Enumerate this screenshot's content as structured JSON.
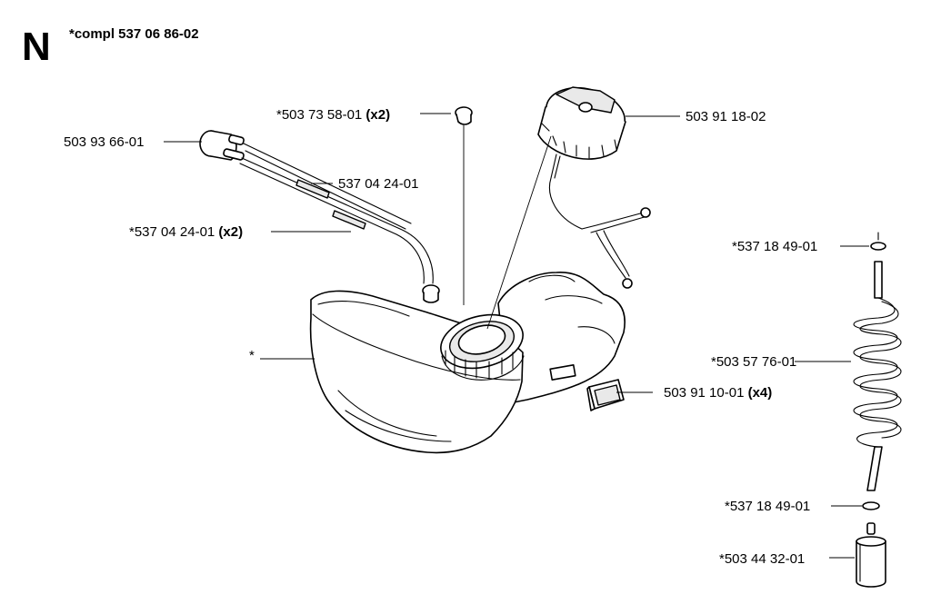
{
  "section": {
    "letter": "N",
    "assembly_label": "*compl 537 06 86-02"
  },
  "parts": [
    {
      "id": "grommet",
      "part_no": "*503 73 58-01",
      "qty": "(x2)"
    },
    {
      "id": "primer-bulb",
      "part_no": "503 93 66-01",
      "qty": ""
    },
    {
      "id": "fuel-hose",
      "part_no": "537 04 24-01",
      "qty": ""
    },
    {
      "id": "fuel-hose-pair",
      "part_no": "*537 04 24-01",
      "qty": "(x2)"
    },
    {
      "id": "fuel-tank",
      "part_no": "*",
      "qty": ""
    },
    {
      "id": "tank-cap",
      "part_no": "503 91 18-02",
      "qty": ""
    },
    {
      "id": "damper",
      "part_no": "503 91 10-01",
      "qty": "(x4)"
    },
    {
      "id": "o-ring-top",
      "part_no": "*537 18 49-01",
      "qty": ""
    },
    {
      "id": "coil-hose",
      "part_no": "*503 57 76-01",
      "qty": ""
    },
    {
      "id": "o-ring-bottom",
      "part_no": "*537 18 49-01",
      "qty": ""
    },
    {
      "id": "fuel-filter",
      "part_no": "*503 44 32-01",
      "qty": ""
    }
  ]
}
